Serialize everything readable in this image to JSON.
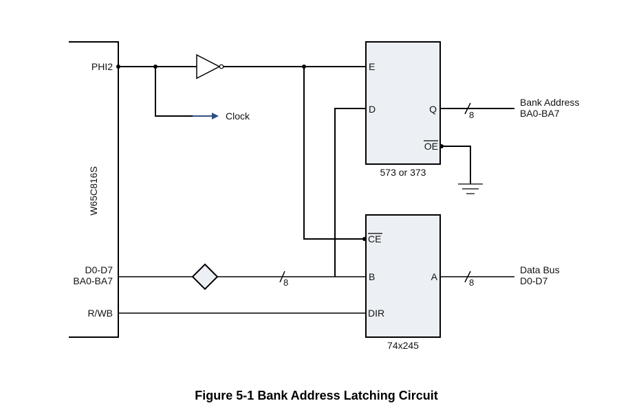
{
  "figure": {
    "caption": "Figure 5-1 Bank Address Latching Circuit"
  },
  "cpu": {
    "name": "W65C816S",
    "pins": {
      "phi2": "PHI2",
      "data_line1": "D0-D7",
      "data_line2": "BA0-BA7",
      "rwb": "R/WB"
    }
  },
  "clock": {
    "label": "Clock",
    "arrow_color": "#2e4f87"
  },
  "latch": {
    "part": "573 or 373",
    "pins": {
      "e": "E",
      "d": "D",
      "q": "Q",
      "oe": "OE"
    },
    "fill_color": "#eceff4"
  },
  "transceiver": {
    "part": "74x245",
    "pins": {
      "ce": "CE",
      "b": "B",
      "a": "A",
      "dir": "DIR"
    }
  },
  "buses": {
    "width_label": "8"
  },
  "outputs": {
    "bank_address_line1": "Bank Address",
    "bank_address_line2": "BA0-BA7",
    "data_bus_line1": "Data Bus",
    "data_bus_line2": "D0-D7"
  }
}
